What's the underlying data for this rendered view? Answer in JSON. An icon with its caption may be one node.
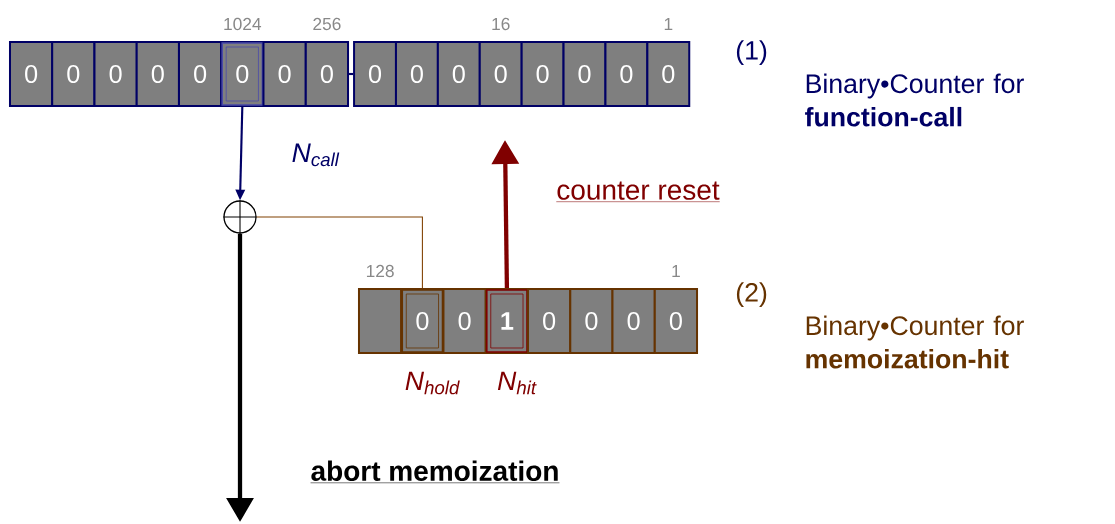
{
  "diagram": {
    "nodes": [
      {
        "text": [
          "0"
        ]
      },
      {
        "text": [
          "0"
        ]
      },
      {
        "text": [
          "0"
        ]
      },
      {
        "text": [
          "0"
        ]
      },
      {
        "text": [
          "0"
        ]
      },
      {
        "text": [
          "0"
        ],
        "beside": [
          "1024"
        ]
      },
      {
        "text": [
          "0"
        ]
      },
      {
        "text": [
          "0"
        ],
        "beside": [
          "256"
        ]
      },
      {
        "text": [
          "0"
        ]
      },
      {
        "text": [
          "0"
        ]
      },
      {
        "text": [
          "0"
        ]
      },
      {
        "text": [
          "0"
        ],
        "beside": [
          "16"
        ]
      },
      {
        "text": [
          "0"
        ]
      },
      {
        "text": [
          "0"
        ]
      },
      {
        "text": [
          "0"
        ]
      },
      {
        "text": [
          "0"
        ],
        "beside": [
          "1"
        ]
      },
      {
        "text": [],
        "shape": "circle"
      },
      {
        "text": [],
        "shape": "box",
        "beside": [
          "128"
        ]
      },
      {
        "text": [
          "0"
        ],
        "beside": [
          "N$_{hold}$"
        ]
      },
      {
        "text": [
          "0"
        ]
      },
      {
        "text": [
          "1"
        ],
        "beside": [
          "N$_{hit}$"
        ]
      },
      {
        "text": [
          "0"
        ]
      },
      {
        "text": [
          "0"
        ]
      },
      {
        "text": [
          "0"
        ]
      },
      {
        "text": [
          "0"
        ],
        "beside": [
          "1"
        ]
      }
    ],
    "edges": [
      {
        "from": 7,
        "to": 8,
        "arrow": "none",
        "color": "#000066"
      },
      {
        "from": 5,
        "to": 16,
        "arrow": "to",
        "label": "N$_{call}$",
        "color": "#000066"
      },
      {
        "from": 18,
        "to": 16,
        "arrow": "none",
        "color": "#804000"
      },
      {
        "from": 20,
        "to": null,
        "arrow": "to",
        "label": "counter reset",
        "style": "thick",
        "color": "#800000"
      },
      {
        "from": 16,
        "to": null,
        "arrow": "to",
        "label": "abort memoization",
        "style": "thick",
        "color": "#000000"
      }
    ],
    "labels": [
      "(1) Binary•Counter for **function-call**",
      "(2) Binary•Counter for **memoization-hit**"
    ]
  }
}
